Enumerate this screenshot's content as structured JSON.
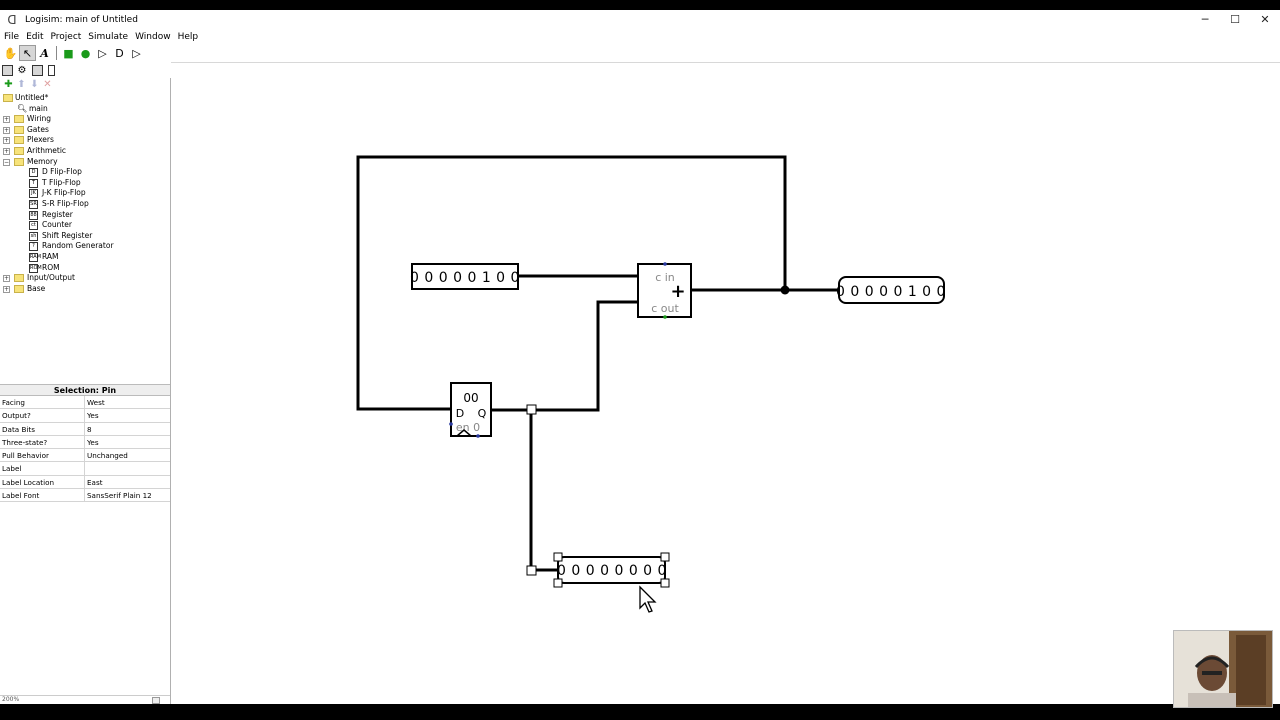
{
  "window": {
    "title": "Logisim: main of Untitled",
    "controls": {
      "minimize": "─",
      "maximize": "☐",
      "close": "✕"
    }
  },
  "menu": [
    "File",
    "Edit",
    "Project",
    "Simulate",
    "Window",
    "Help"
  ],
  "toolbar": {
    "poke_tool": "✋",
    "select_tool": "↖",
    "text_tool": "A",
    "input_pin": "■",
    "output_pin": "●",
    "not_gate": "▷",
    "and_gate": "D",
    "or_gate": "▷"
  },
  "explorer": {
    "project": "Untitled*",
    "circuit": "main",
    "libraries": [
      {
        "label": "Wiring",
        "expanded": false
      },
      {
        "label": "Gates",
        "expanded": false
      },
      {
        "label": "Plexers",
        "expanded": false
      },
      {
        "label": "Arithmetic",
        "expanded": false
      },
      {
        "label": "Memory",
        "expanded": true
      }
    ],
    "memory_items": [
      {
        "label": "D Flip-Flop",
        "icon": "D"
      },
      {
        "label": "T Flip-Flop",
        "icon": "T"
      },
      {
        "label": "J-K Flip-Flop",
        "icon": "JK"
      },
      {
        "label": "S-R Flip-Flop",
        "icon": "SR"
      },
      {
        "label": "Register",
        "icon": "88"
      },
      {
        "label": "Counter",
        "icon": "ct"
      },
      {
        "label": "Shift Register",
        "icon": "sh"
      },
      {
        "label": "Random Generator",
        "icon": "?"
      },
      {
        "label": "RAM",
        "icon": "RAM"
      },
      {
        "label": "ROM",
        "icon": "ROM"
      }
    ],
    "libraries_after": [
      {
        "label": "Input/Output",
        "expanded": false
      },
      {
        "label": "Base",
        "expanded": false
      }
    ]
  },
  "properties": {
    "title": "Selection: Pin",
    "rows": [
      {
        "key": "Facing",
        "value": "West"
      },
      {
        "key": "Output?",
        "value": "Yes"
      },
      {
        "key": "Data Bits",
        "value": "8"
      },
      {
        "key": "Three-state?",
        "value": "Yes"
      },
      {
        "key": "Pull Behavior",
        "value": "Unchanged"
      },
      {
        "key": "Label",
        "value": ""
      },
      {
        "key": "Label Location",
        "value": "East"
      },
      {
        "key": "Label Font",
        "value": "SansSerif Plain 12"
      }
    ]
  },
  "zoom": "200%",
  "circuit": {
    "input_pin_value": "0 0 0 0 0 1 0 0",
    "output_pin_value": "0 0 0 0 0 1 0 0",
    "selected_pin_value": "0 0 0 0 0 0 0 0",
    "adder": {
      "cin": "c in",
      "plus": "+",
      "cout": "c out"
    },
    "register": {
      "value": "00",
      "d": "D",
      "q": "Q",
      "en": "en 0"
    }
  }
}
